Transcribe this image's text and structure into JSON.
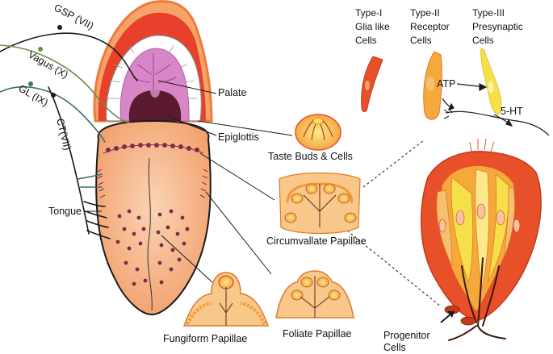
{
  "labels": {
    "gsp": "GSP (VII)",
    "vagus": "Vagus (X)",
    "gl": "GL (IX)",
    "ct": "CT(VII)",
    "palate": "Palate",
    "epiglottis": "Epiglottis",
    "taste_buds": "Taste Buds & Cells",
    "tongue": "Tongue",
    "circumvallate": "Circumvallate Papillae",
    "fungiform": "Fungiform Papillae",
    "foliate": "Foliate Papillae",
    "progenitor_line1": "Progenitor",
    "progenitor_line2": "Cells",
    "atp": "ATP",
    "serotonin": "5-HT"
  },
  "cell_types": [
    {
      "line1": "Type-I",
      "line2": "Glia like",
      "line3": "Cells",
      "color": "#e8502a"
    },
    {
      "line1": "Type-II",
      "line2": "Receptor",
      "line3": "Cells",
      "color": "#f6a93b"
    },
    {
      "line1": "Type-III",
      "line2": "Presynaptic",
      "line3": "Cells",
      "color": "#f6e04a"
    }
  ],
  "colors": {
    "lip_outer": "#f07a3c",
    "lip_inner": "#e8402a",
    "palate": "#d986c9",
    "throat": "#5a1b2e",
    "tongue": "#f6b58a",
    "papilla_dot": "#7b2a4a",
    "nerve": "#1a1a1a",
    "vagus_nerve": "#6b8f4a",
    "gl_nerve": "#3f6f6a"
  }
}
